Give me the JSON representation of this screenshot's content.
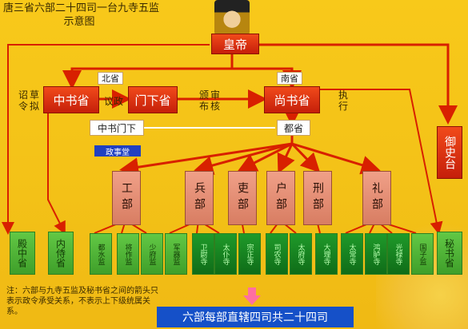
{
  "title": {
    "line1": "唐三省六部二十四司一台九寺五监",
    "line2": "示意图"
  },
  "emperor": "皇帝",
  "sheng": {
    "zhongshu": "中书省",
    "menxia": "门下省",
    "shangshu": "尚书省",
    "beisheng": "北省",
    "nansheng": "南省",
    "yizheng": "议政",
    "zhongshu_menxia": "中书门下",
    "dusheng": "都省",
    "zhilin": "诏令",
    "caoni": "草拟",
    "bansong": "颁布",
    "shenhe": "审核",
    "zhixing": "执行",
    "blue_label": "政事堂"
  },
  "yushitai": "御史台",
  "departments": [
    "工部",
    "兵部",
    "吏部",
    "户部",
    "刑部",
    "礼部"
  ],
  "offices": [
    {
      "label": "殿中省",
      "style": "big"
    },
    {
      "label": "内侍省",
      "style": "big"
    },
    {
      "label": "都水监",
      "style": "light"
    },
    {
      "label": "将作监",
      "style": "light"
    },
    {
      "label": "少府监",
      "style": "light"
    },
    {
      "label": "军器监",
      "style": "light"
    },
    {
      "label": "卫尉寺",
      "style": "dark"
    },
    {
      "label": "太仆寺",
      "style": "dark"
    },
    {
      "label": "宗正寺",
      "style": "dark"
    },
    {
      "label": "司农寺",
      "style": "dark"
    },
    {
      "label": "太府寺",
      "style": "dark"
    },
    {
      "label": "大理寺",
      "style": "dark"
    },
    {
      "label": "太常寺",
      "style": "dark"
    },
    {
      "label": "鸿胪寺",
      "style": "dark"
    },
    {
      "label": "光禄寺",
      "style": "dark"
    },
    {
      "label": "国子监",
      "style": "light"
    },
    {
      "label": "秘书省",
      "style": "big"
    }
  ],
  "note": "注：六部与九寺五监及秘书省之间的箭头只表示政令承受关系，不表示上下级统属关系。",
  "banner": "六部每部直辖四司共二十四司",
  "colors": {
    "red": "#e8381a",
    "arrow": "#d82000",
    "white_line": "#ffffff"
  }
}
